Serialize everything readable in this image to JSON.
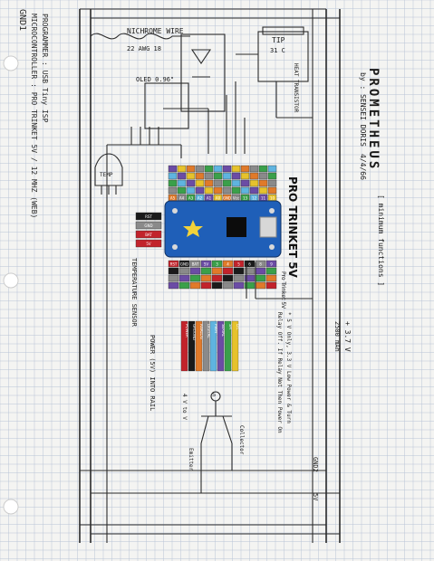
{
  "sheet": {
    "title": "PROMETHEUS",
    "title_note": "[ minimum functions ]",
    "subtitle": "by : SENSEI DORIS",
    "subtitle_note": "4/4/66",
    "gnd1": "GND1",
    "gnd2": "GND2",
    "v5": "5V",
    "microcontroller": "MICROCONTROLLER : PRO TRINKET 5V / 12 MHZ (WEB)",
    "programmer": "PROGRAMMER : USB Tiny ISP",
    "nichrome": "NICHROME WIRE",
    "nichrome_gauge": "22 AWG 18",
    "tip": "TIP",
    "tip_part": "31 C",
    "heat_transistor": "HEAT TRANSISTOR",
    "oled": "OLED 0.96\"",
    "temperature": "TEMP",
    "temp_sensor": "TEMPERATURE SENSOR",
    "board": "PRO TRINKET 5V",
    "board_small": "Pro Trinket 5V",
    "battery": "+ 3.7 V",
    "battery_cap": "2500 mAh",
    "relay_note": "* 5 V Only, 3.3 V Low Power & Turn",
    "relay_note2": "Relay Off. If Relay Not Then Power On",
    "power_rail": "POWER (5V) INTO RAIL",
    "transistor": "S",
    "emitter": "Emitter",
    "collector": "Collector",
    "base_v": "4 V to V",
    "bottom_gnd2": "GND2",
    "bottom_5v": "5V"
  },
  "pin_labels_top": [
    "A5",
    "A4",
    "A3",
    "A2",
    "A1",
    "A0",
    "GND",
    "Vcc",
    "13",
    "12",
    "11",
    "10"
  ],
  "pin_labels_bottom": [
    "RST",
    "GND",
    "BAT",
    "5V",
    "3",
    "4",
    "5",
    "6",
    "8",
    "9"
  ],
  "legend": [
    "POWER",
    "GROUND",
    "ANALOG",
    "DIGITAL",
    "PWM",
    "SERIAL",
    "SPI",
    "I2C"
  ],
  "colors": {
    "board_blue": "#1f5fb8",
    "red": "#c2232b",
    "black": "#1a1a1a",
    "grey": "#8a8a8a",
    "yellow": "#e6c22c",
    "green": "#3aa04a",
    "purple": "#6b4ca5",
    "orange": "#e07a2a",
    "lightblue": "#5fb4e0"
  }
}
